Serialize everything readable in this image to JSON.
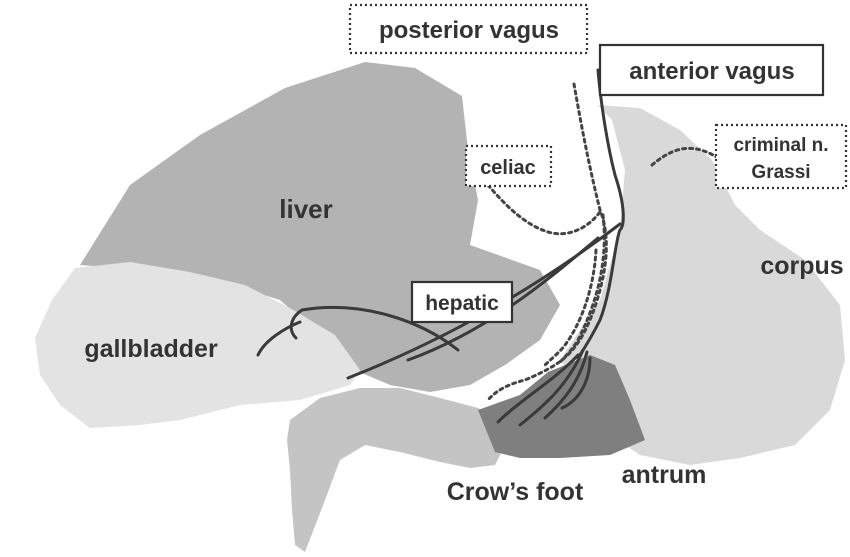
{
  "labels": {
    "posterior_vagus": "posterior vagus",
    "anterior_vagus": "anterior vagus",
    "celiac": "celiac",
    "criminal_line1": "criminal n.",
    "criminal_line2": "Grassi",
    "liver": "liver",
    "corpus": "corpus",
    "hepatic": "hepatic",
    "gallbladder": "gallbladder",
    "antrum": "antrum",
    "crows_foot": "Crow’s foot"
  },
  "colors": {
    "liver": "#b3b3b3",
    "gallbladder": "#e3e3e3",
    "stomach": "#d9d9d9",
    "antrum": "#7f7f7f",
    "duodenum": "#c4c4c4",
    "nerve": "#3a3a3a",
    "text": "#333333"
  }
}
